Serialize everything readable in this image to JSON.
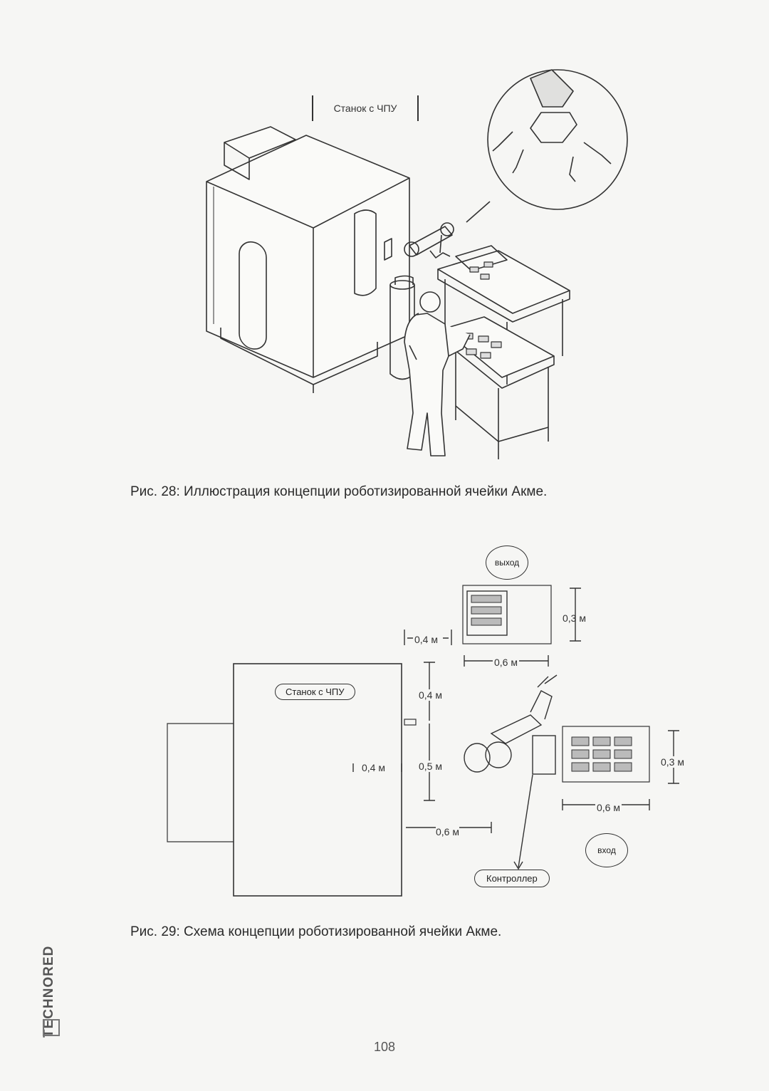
{
  "figure28": {
    "machine_label": "Станок с ЧПУ",
    "caption": "Рис. 28: Иллюстрация концепции роботизированной ячейки Акме."
  },
  "figure29": {
    "machine_label": "Станок с ЧПУ",
    "exit_label": "выход",
    "entry_label": "вход",
    "controller_label": "Контроллер",
    "dim_exit_height": "0,3 м",
    "dim_exit_gap": "0,4 м",
    "dim_exit_width": "0,6 м",
    "dim_vertical_upper": "0,4 м",
    "dim_vertical_lower": "0,5 м",
    "dim_left_gap": "0,4 м",
    "dim_bottom_gap": "0,6 м",
    "dim_entry_height": "0,3 м",
    "dim_entry_width": "0,6 м",
    "caption": "Рис. 29: Схема концепции роботизированной ячейки Акме."
  },
  "page_number": "108",
  "brand": "TECHNORED"
}
